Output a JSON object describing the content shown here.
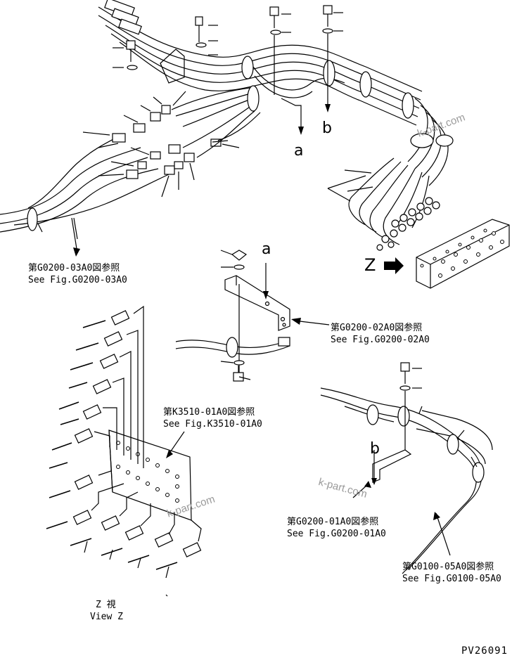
{
  "callouts": {
    "ref_g0200_03a0_jp": "第G0200-03A0図参照",
    "ref_g0200_03a0_en": "See Fig.G0200-03A0",
    "ref_g0200_02a0_jp": "第G0200-02A0図参照",
    "ref_g0200_02a0_en": "See Fig.G0200-02A0",
    "ref_k3510_01a0_jp": "第K3510-01A0図参照",
    "ref_k3510_01a0_en": "See Fig.K3510-01A0",
    "ref_g0200_01a0_jp": "第G0200-01A0図参照",
    "ref_g0200_01a0_en": "See Fig.G0200-01A0",
    "ref_g0100_05a0_jp": "第G0100-05A0図参照",
    "ref_g0100_05a0_en": "See Fig.G0100-05A0"
  },
  "labels": {
    "a_upper": "a",
    "b_upper": "b",
    "a_middle": "a",
    "b_lower": "b",
    "z": "Z",
    "view_z_jp": "Z 視",
    "view_z_en": "View Z",
    "drawing_number": "PV26091"
  },
  "watermarks": {
    "wm1": "k-part.com",
    "wm2": "k-part.com",
    "wm3": "k-part.com"
  }
}
